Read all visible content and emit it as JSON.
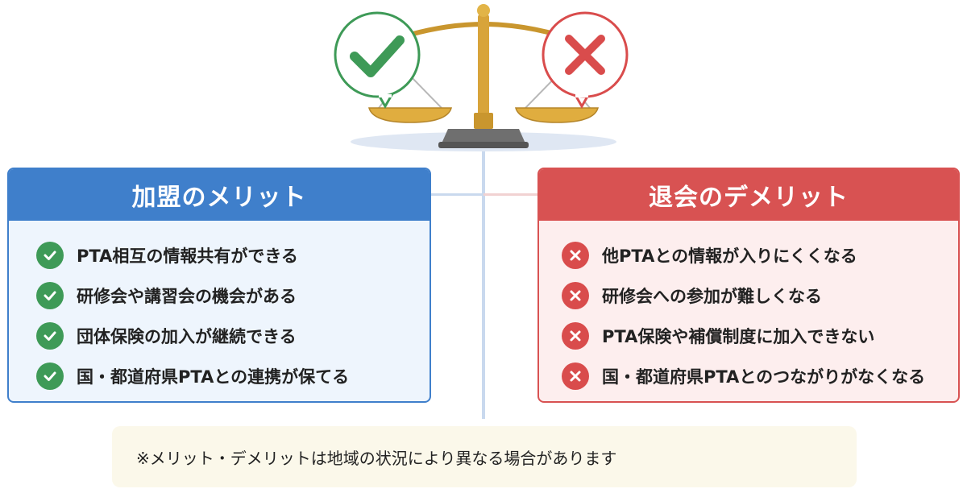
{
  "scale_icons": {
    "left": "check-bubble-icon",
    "right": "cross-bubble-icon"
  },
  "merit": {
    "title": "加盟のメリット",
    "color": "#3f7fcb",
    "icon": "check-circle-icon",
    "items": [
      "PTA相互の情報共有ができる",
      "研修会や講習会の機会がある",
      "団体保険の加入が継続できる",
      "国・都道府県PTAとの連携が保てる"
    ]
  },
  "demerit": {
    "title": "退会のデメリット",
    "color": "#d85252",
    "icon": "cross-circle-icon",
    "items": [
      "他PTAとの情報が入りにくくなる",
      "研修会への参加が難しくなる",
      "PTA保険や補償制度に加入できない",
      "国・都道府県PTAとのつながりがなくなる"
    ]
  },
  "note": "※メリット・デメリットは地域の状況により異なる場合があります"
}
